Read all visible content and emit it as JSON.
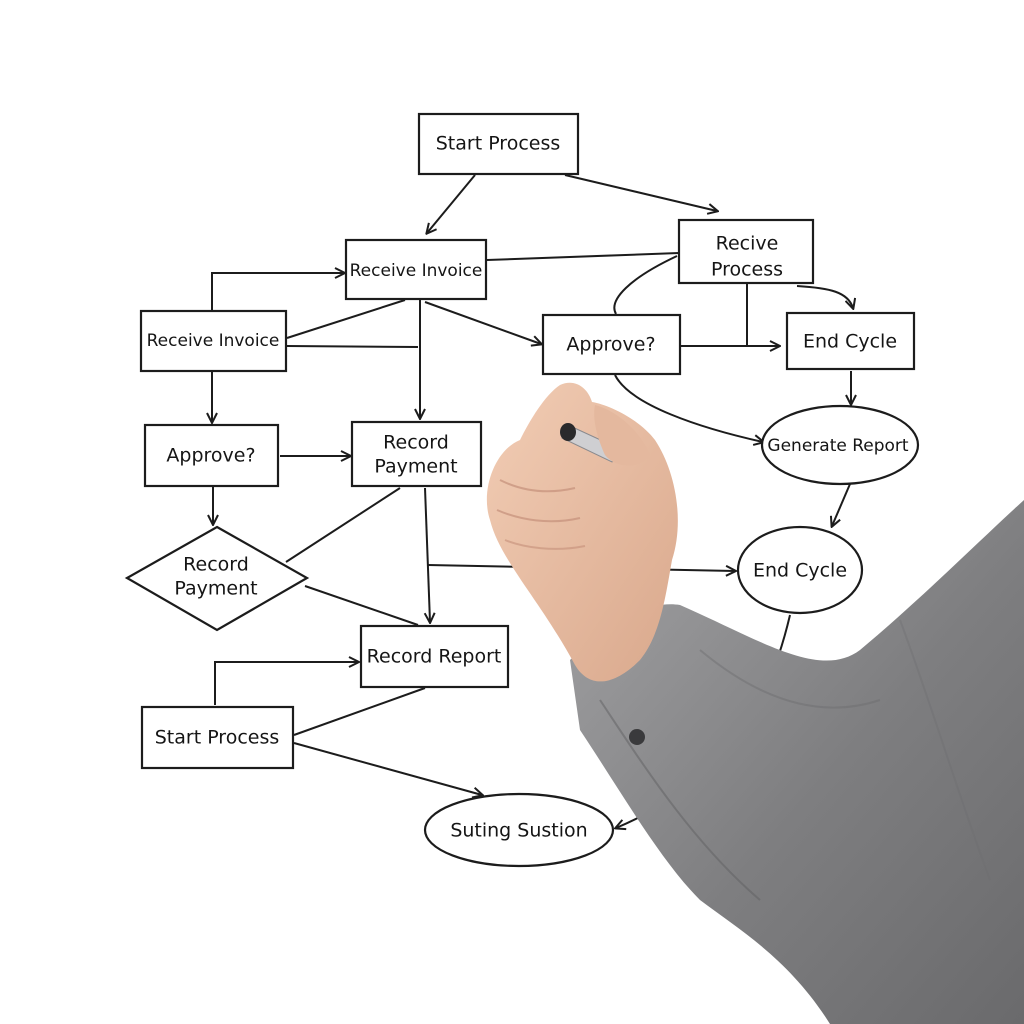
{
  "nodes": {
    "start_top": {
      "label": "Start Process"
    },
    "receive_invoice_top": {
      "label": "Receive Invoice"
    },
    "recive_process": {
      "line1": "Recive",
      "line2": "Process"
    },
    "receive_invoice_left": {
      "label": "Receive Invoice"
    },
    "approve_mid": {
      "label": "Approve?"
    },
    "end_cycle_rect": {
      "label": "End Cycle"
    },
    "approve_left": {
      "label": "Approve?"
    },
    "record_payment_box": {
      "line1": "Record",
      "line2": "Payment"
    },
    "generate_report": {
      "label": "Generate Report"
    },
    "record_payment_diamond": {
      "line1": "Record",
      "line2": "Payment"
    },
    "end_cycle_ellipse": {
      "label": "End Cycle"
    },
    "record_report": {
      "label": "Record Report"
    },
    "start_bottom": {
      "label": "Start Process"
    },
    "suting_sustion": {
      "label": "Suting Sustion"
    }
  },
  "colors": {
    "ink": "#1c1c1c",
    "sleeve": "#8c8c8e",
    "skin": "#e9bfa4"
  },
  "icons": {
    "hand": "hand-holding-marker-icon"
  }
}
